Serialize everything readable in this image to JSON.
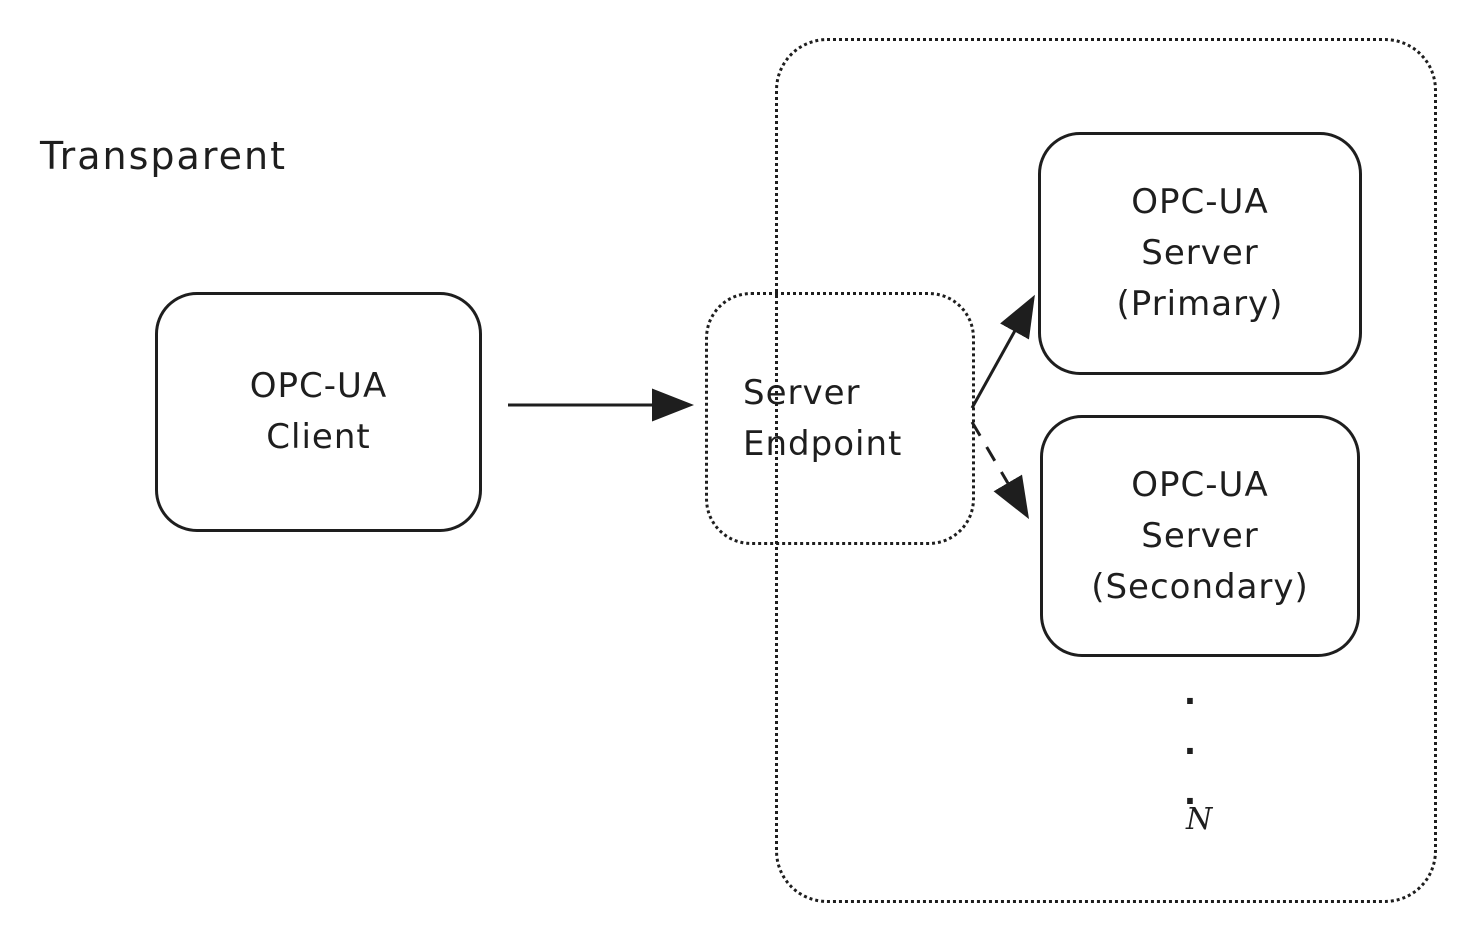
{
  "diagram": {
    "title": "Transparent",
    "client": {
      "line1": "OPC-UA",
      "line2": "Client"
    },
    "endpoint": {
      "line1": "Server",
      "line2": "Endpoint"
    },
    "primary_server": {
      "line1": "OPC-UA",
      "line2": "Server",
      "line3": "(Primary)"
    },
    "secondary_server": {
      "line1": "OPC-UA",
      "line2": "Server",
      "line3": "(Secondary)"
    },
    "dots": [
      ".",
      ".",
      "."
    ],
    "n_label": "N",
    "colors": {
      "stroke": "#1e1e1e",
      "background": "#ffffff"
    }
  }
}
